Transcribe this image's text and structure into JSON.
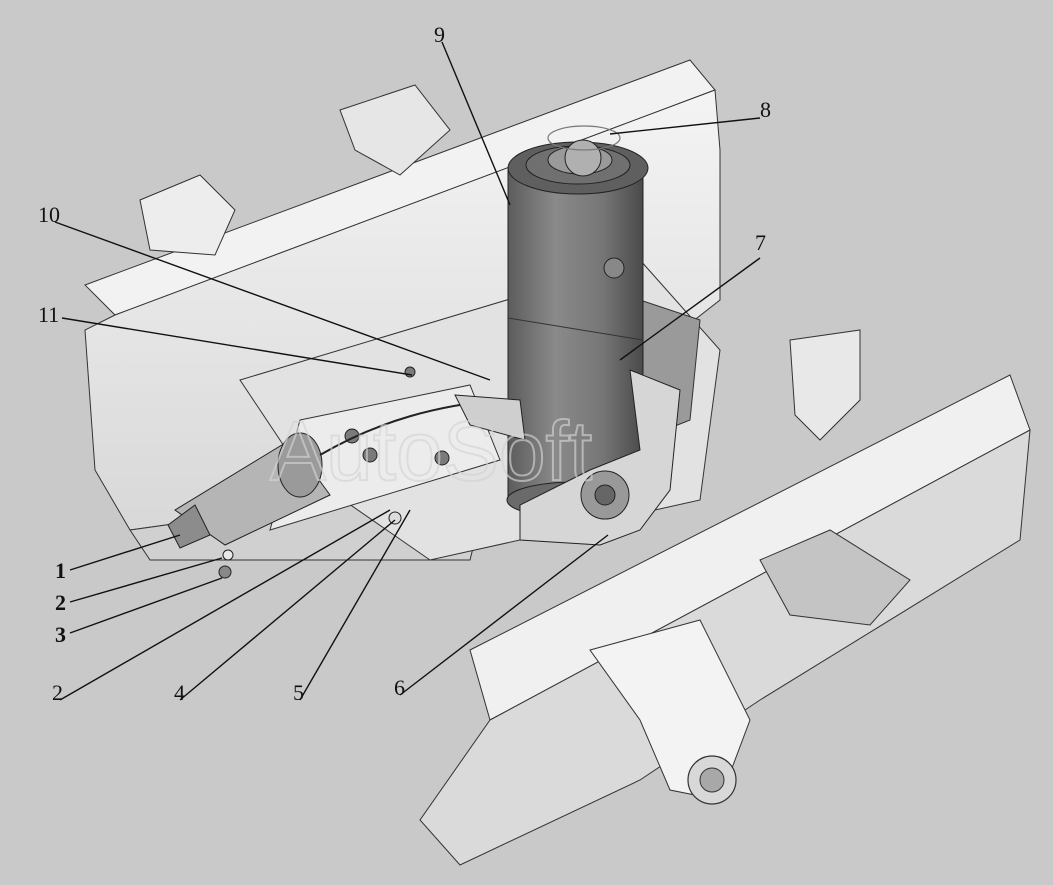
{
  "watermark": "AutoSoft",
  "colors": {
    "background": "#c9c9c9",
    "frame_light": "#efefef",
    "frame_mid": "#dcdcdc",
    "frame_dark": "#9c9c9c",
    "cylinder": "#7e7e7e",
    "line": "#111111"
  },
  "callouts": [
    {
      "id": "c1",
      "label": "1",
      "bold": true
    },
    {
      "id": "c2a",
      "label": "2",
      "bold": true
    },
    {
      "id": "c3",
      "label": "3",
      "bold": true
    },
    {
      "id": "c2b",
      "label": "2",
      "bold": false
    },
    {
      "id": "c4",
      "label": "4",
      "bold": false
    },
    {
      "id": "c5",
      "label": "5",
      "bold": false
    },
    {
      "id": "c6",
      "label": "6",
      "bold": false
    },
    {
      "id": "c7",
      "label": "7",
      "bold": false
    },
    {
      "id": "c8",
      "label": "8",
      "bold": false
    },
    {
      "id": "c9",
      "label": "9",
      "bold": false
    },
    {
      "id": "c10",
      "label": "10",
      "bold": false
    },
    {
      "id": "c11",
      "label": "11",
      "bold": false
    }
  ]
}
